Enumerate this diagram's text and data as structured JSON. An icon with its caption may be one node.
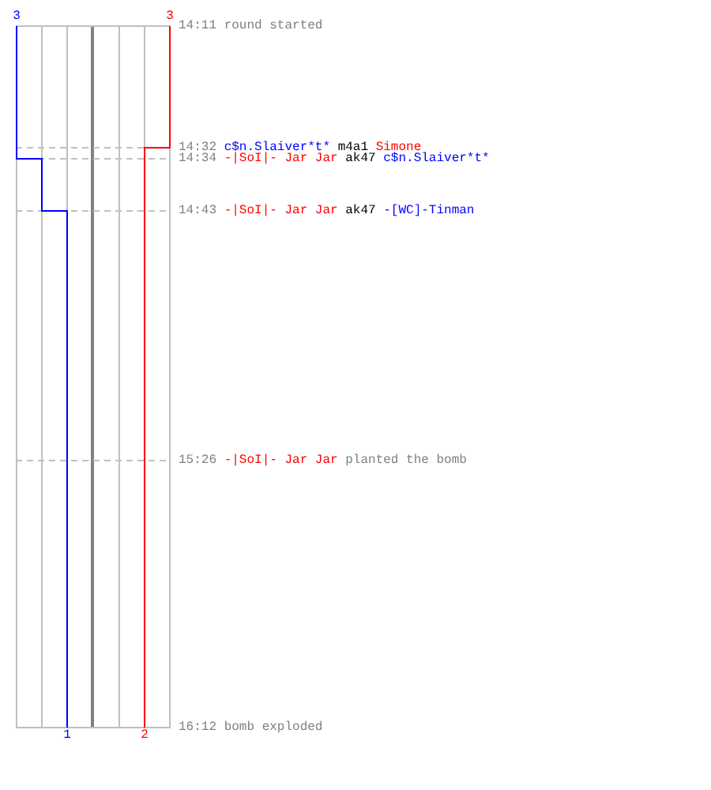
{
  "diagram": {
    "labels": [
      "3",
      "3",
      "14:11",
      "round started",
      "14:32",
      "c$n.Slaiver*t*",
      "m4a1",
      "Simone",
      "14:34",
      "-|SoI|- Jar Jar",
      "ak47",
      "c$n.Slaiver*t*",
      "14:43",
      "-|SoI|- Jar Jar",
      "ak47",
      "-[WC]-Tinman",
      "15:26",
      "-|SoI|- Jar Jar",
      "planted the bomb",
      "16:12",
      "bomb exploded",
      "1",
      "2"
    ]
  }
}
